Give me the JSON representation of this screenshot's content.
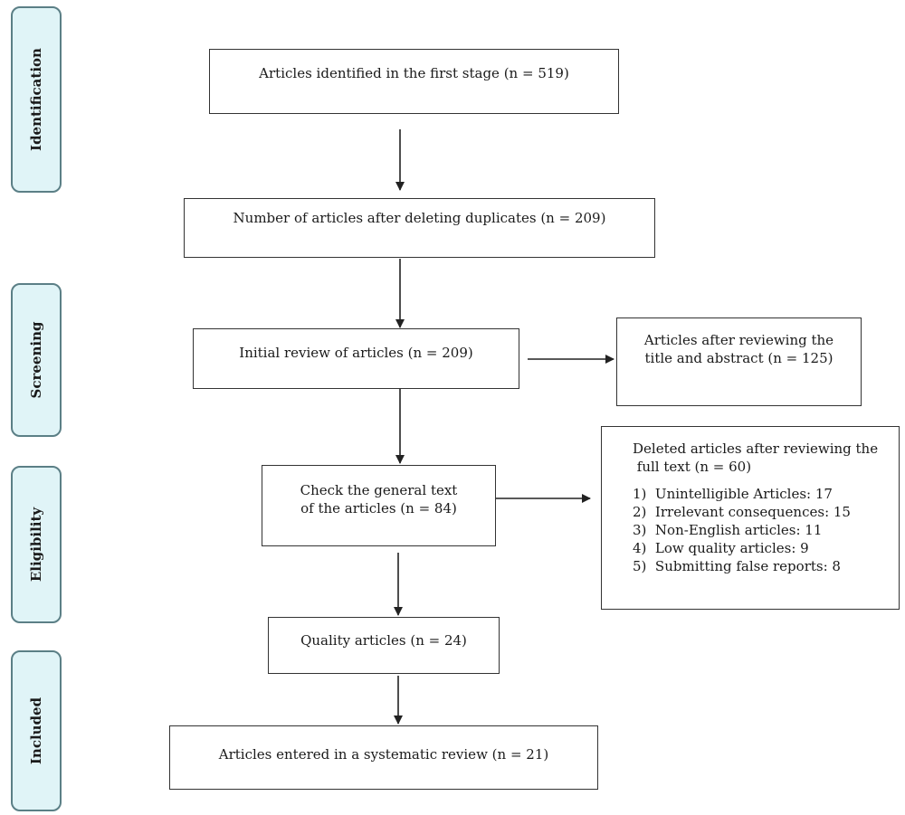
{
  "stages": {
    "identification": "Identification",
    "screening": "Screening",
    "eligibility": "Eligibility",
    "included": "Included"
  },
  "boxes": {
    "identified": "Articles identified in the first stage (n = 519)",
    "after_duplicates": "Number of articles after deleting duplicates (n = 209)",
    "initial_review": "Initial review of articles (n = 209)",
    "after_title_abstract_line1": "Articles after reviewing the",
    "after_title_abstract_line2": "title and abstract (n = 125)",
    "general_text_line1": "Check the general text",
    "general_text_line2": "of the articles (n = 84)",
    "quality": "Quality articles (n = 24)",
    "entered": "Articles entered in a systematic review (n = 21)"
  },
  "excluded": {
    "title_line1": "Deleted articles after reviewing the",
    "title_line2": " full text (n = 60)",
    "reasons": [
      "1)  Unintelligible Articles: 17",
      "2)  Irrelevant consequences: 15",
      "3)  Non-English articles: 11",
      "4)  Low quality articles: 9",
      "5)  Submitting false reports: 8"
    ]
  }
}
